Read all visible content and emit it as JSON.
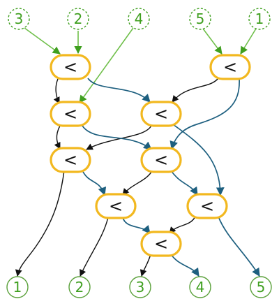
{
  "colors": {
    "green": "#3f9f1f",
    "green_light": "#6fbf4a",
    "comparator_fill": "#ffffff",
    "comparator_stroke": "#f2b81f",
    "black": "#111111",
    "blue": "#1d5f7f"
  },
  "inputs": [
    "3",
    "2",
    "4",
    "5",
    "1"
  ],
  "comparator_symbol": "<",
  "outputs": [
    "1",
    "2",
    "3",
    "4",
    "5"
  ]
}
